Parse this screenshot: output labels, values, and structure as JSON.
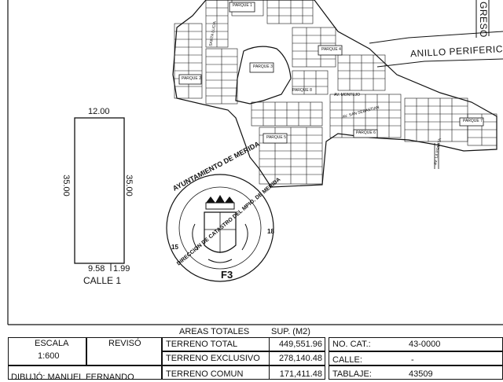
{
  "map": {
    "road_top_right": "GRESO",
    "road_ring": "ANILLO PERIFERICO",
    "parks": [
      "PARQUE 1",
      "PARQUE 2",
      "PARQUE 3",
      "PARQUE 4",
      "PARQUE 5",
      "PARQUE 6",
      "PARQUE 7",
      "PARQUE 8"
    ],
    "street_montejo": "AV. MONTEJO",
    "street_santa_lucia": "SANTA LUCIA",
    "street_san_sebastian": "AV. SAN SEBASTIAN",
    "street_la_ermita": "AV. LA ERMITA"
  },
  "lot_diagram": {
    "top_width": "12.00",
    "left_depth": "35.00",
    "right_depth": "35.00",
    "bottom_left": "9.58",
    "bottom_right": "1.99",
    "street": "CALLE 1"
  },
  "seal": {
    "top_text": "AYUNTAMIENTO DE MERIDA",
    "bottom_text": "DIRECCION DE CATASTRO DEL MPIO. DE MERIDA",
    "number_left": "15",
    "number_right": "18",
    "code": "F3"
  },
  "title_block": {
    "escala_label": "ESCALA",
    "escala_value": "1:600",
    "reviso_label": "REVISÓ",
    "dibujo_label": "DIBUJÓ: MANUEL FERNANDO",
    "areas_header": "AREAS TOTALES",
    "sup_header": "SUP. (M2)",
    "rows": [
      {
        "label": "TERRENO TOTAL",
        "value": "449,551.96"
      },
      {
        "label": "TERRENO EXCLUSIVO",
        "value": "278,140.48"
      },
      {
        "label": "TERRENO COMUN",
        "value": "171,411.48"
      }
    ],
    "cat_rows": [
      {
        "label": "NO. CAT.:",
        "value": "43-0000"
      },
      {
        "label": "CALLE:",
        "value": "-"
      },
      {
        "label": "TABLAJE:",
        "value": "43509"
      }
    ]
  }
}
